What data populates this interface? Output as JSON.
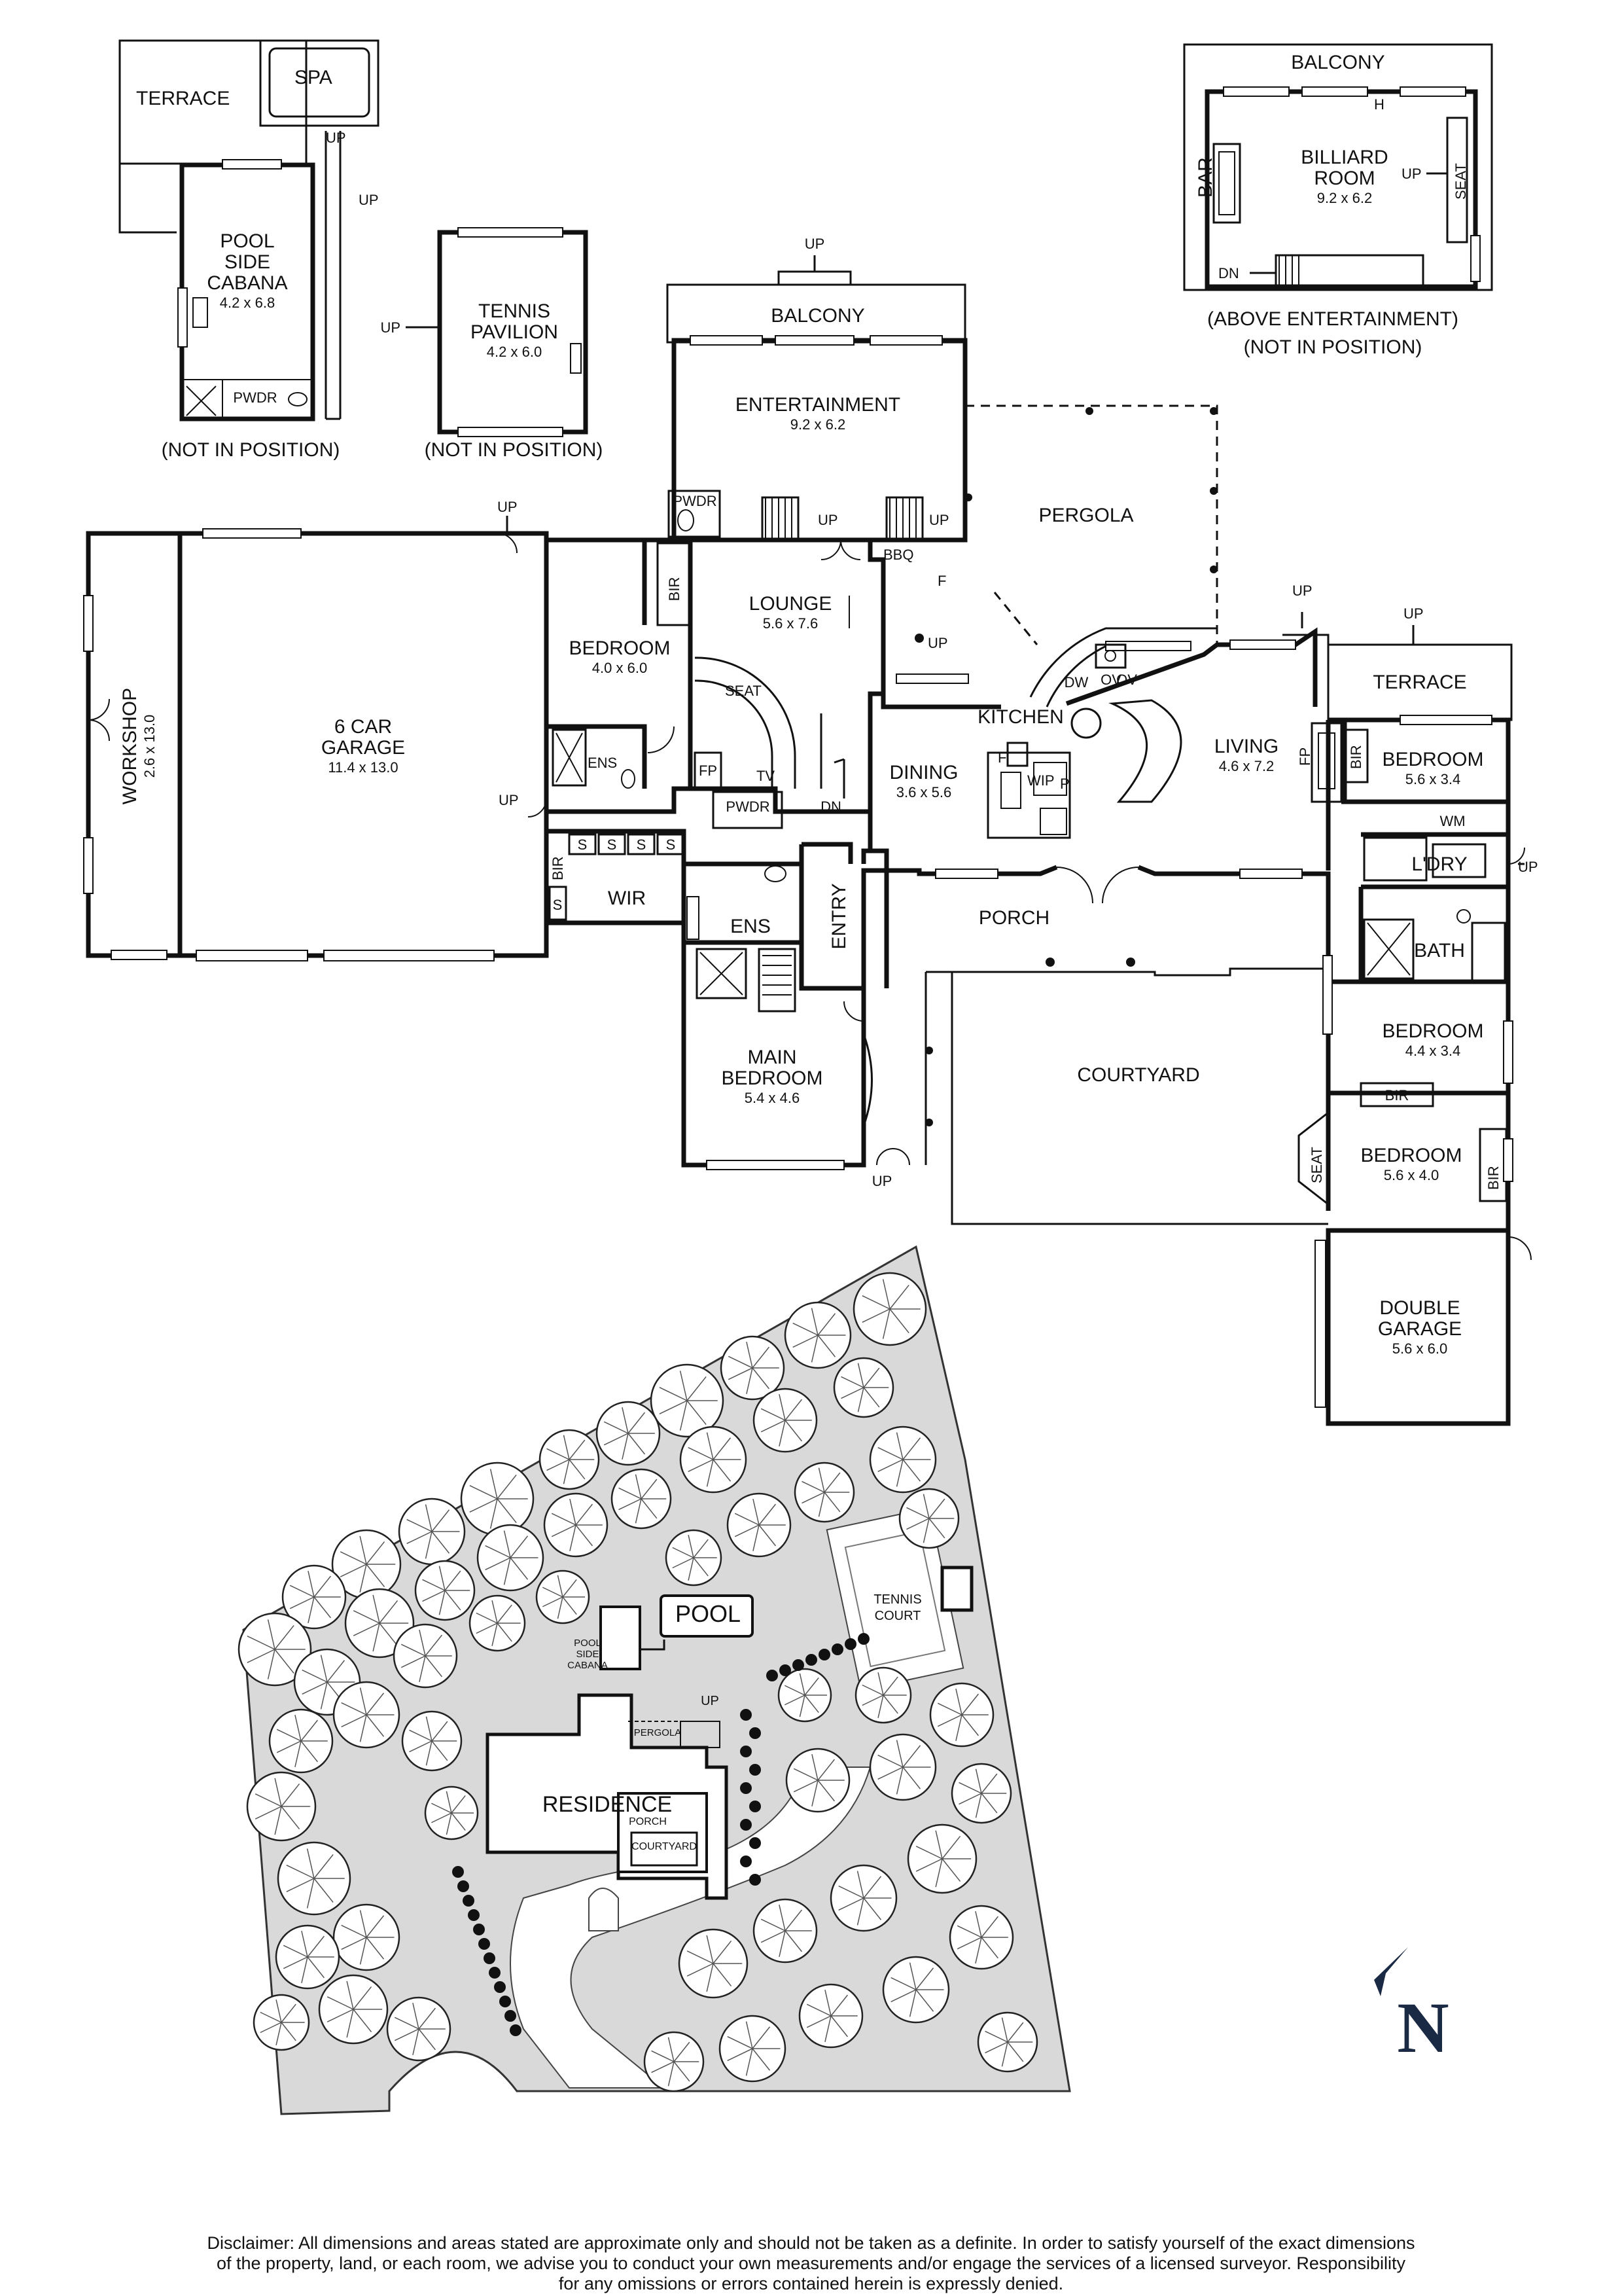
{
  "labels": {
    "terrace_pool": "TERRACE",
    "spa": "SPA",
    "up_pool_1": "UP",
    "up_pool_2": "UP",
    "cabana_1": "POOL",
    "cabana_2": "SIDE",
    "cabana_3": "CABANA",
    "cabana_dim": "4.2 x 6.8",
    "pwdr_cabana": "PWDR",
    "nip_cabana": "(NOT IN POSITION)",
    "tennis_1": "TENNIS",
    "tennis_2": "PAVILION",
    "tennis_dim": "4.2 x 6.0",
    "up_tennis": "UP",
    "nip_tennis": "(NOT IN POSITION)",
    "balcony_top": "BALCONY",
    "billiard_1": "BILLIARD",
    "billiard_2": "ROOM",
    "billiard_dim": "9.2 x 6.2",
    "bar": "BAR",
    "seat_billiard": "SEAT",
    "up_billiard": "UP",
    "dn_billiard": "DN",
    "h_billiard": "H",
    "above_1": "(ABOVE ENTERTAINMENT)",
    "above_2": "(NOT IN POSITION)",
    "up_balcony": "UP",
    "balcony_main": "BALCONY",
    "entertainment": "ENTERTAINMENT",
    "entertainment_dim": "9.2 x 6.2",
    "pwdr_ent": "PWDR",
    "up_ent_1": "UP",
    "up_ent_2": "UP",
    "pergola": "PERGOLA",
    "bbq": "BBQ",
    "f_bbq": "F",
    "up_garage": "UP",
    "bir_bed1": "BIR",
    "lounge": "LOUNGE",
    "lounge_dim": "5.6 x 7.6",
    "seat_lounge": "SEAT",
    "fp_lounge": "FP",
    "tv": "TV",
    "pwdr_lounge": "PWDR",
    "dn_lounge": "DN",
    "up_lounge": "UP",
    "bedroom1": "BEDROOM",
    "bedroom1_dim": "4.0 x 6.0",
    "ens_bed1": "ENS",
    "garage_1": "6 CAR",
    "garage_2": "GARAGE",
    "garage_dim": "11.4 x 13.0",
    "workshop": "WORKSHOP",
    "workshop_dim": "2.6 x 13.0",
    "up_side": "UP",
    "s": "S",
    "bir_wir": "BIR",
    "wir": "WIR",
    "ens_main": "ENS",
    "entry": "ENTRY",
    "kitchen": "KITCHEN",
    "dw": "DW",
    "ov": "OV",
    "ov2": "OV",
    "f_kitchen": "F",
    "wip": "WIP",
    "p": "P",
    "dining": "DINING",
    "dining_dim": "3.6 x 5.6",
    "living": "LIVING",
    "living_dim": "4.6 x 7.2",
    "fp_living": "FP",
    "up_terrace_1": "UP",
    "up_terrace_2": "UP",
    "terrace_right": "TERRACE",
    "bedroom2": "BEDROOM",
    "bedroom2_dim": "5.6 x 3.4",
    "bir_bed2": "BIR",
    "wm": "WM",
    "ldry": "L'DRY",
    "up_ldry": "UP",
    "bath": "BATH",
    "porch": "PORCH",
    "main_bed_1": "MAIN",
    "main_bed_2": "BEDROOM",
    "main_bed_dim": "5.4 x 4.6",
    "up_main": "UP",
    "courtyard": "COURTYARD",
    "bedroom3": "BEDROOM",
    "bedroom3_dim": "4.4 x 3.4",
    "bir_bed3": "BIR",
    "bedroom4": "BEDROOM",
    "bedroom4_dim": "5.6 x 4.0",
    "seat_bed4": "SEAT",
    "bir_bed4": "BIR",
    "dgarage_1": "DOUBLE",
    "dgarage_2": "GARAGE",
    "dgarage_dim": "5.6 x 6.0",
    "north": "N"
  },
  "site": {
    "pool": "POOL",
    "tennis_1": "TENNIS",
    "tennis_2": "COURT",
    "cabana_1": "POOL",
    "cabana_2": "SIDE",
    "cabana_3": "CABANA",
    "up": "UP",
    "pergola": "PERGOLA",
    "residence": "RESIDENCE",
    "porch": "PORCH",
    "courtyard": "COURTYARD"
  },
  "disclaimer": {
    "line1": "Disclaimer: All dimensions and areas stated are approximate only and should not be taken as a definite. In order to satisfy yourself of the exact dimensions",
    "line2": "of the property, land, or each room, we advise you to conduct your own measurements and/or engage the services of a licensed surveyor. Responsibility",
    "line3": "for any omissions or errors contained herein is expressly denied."
  }
}
